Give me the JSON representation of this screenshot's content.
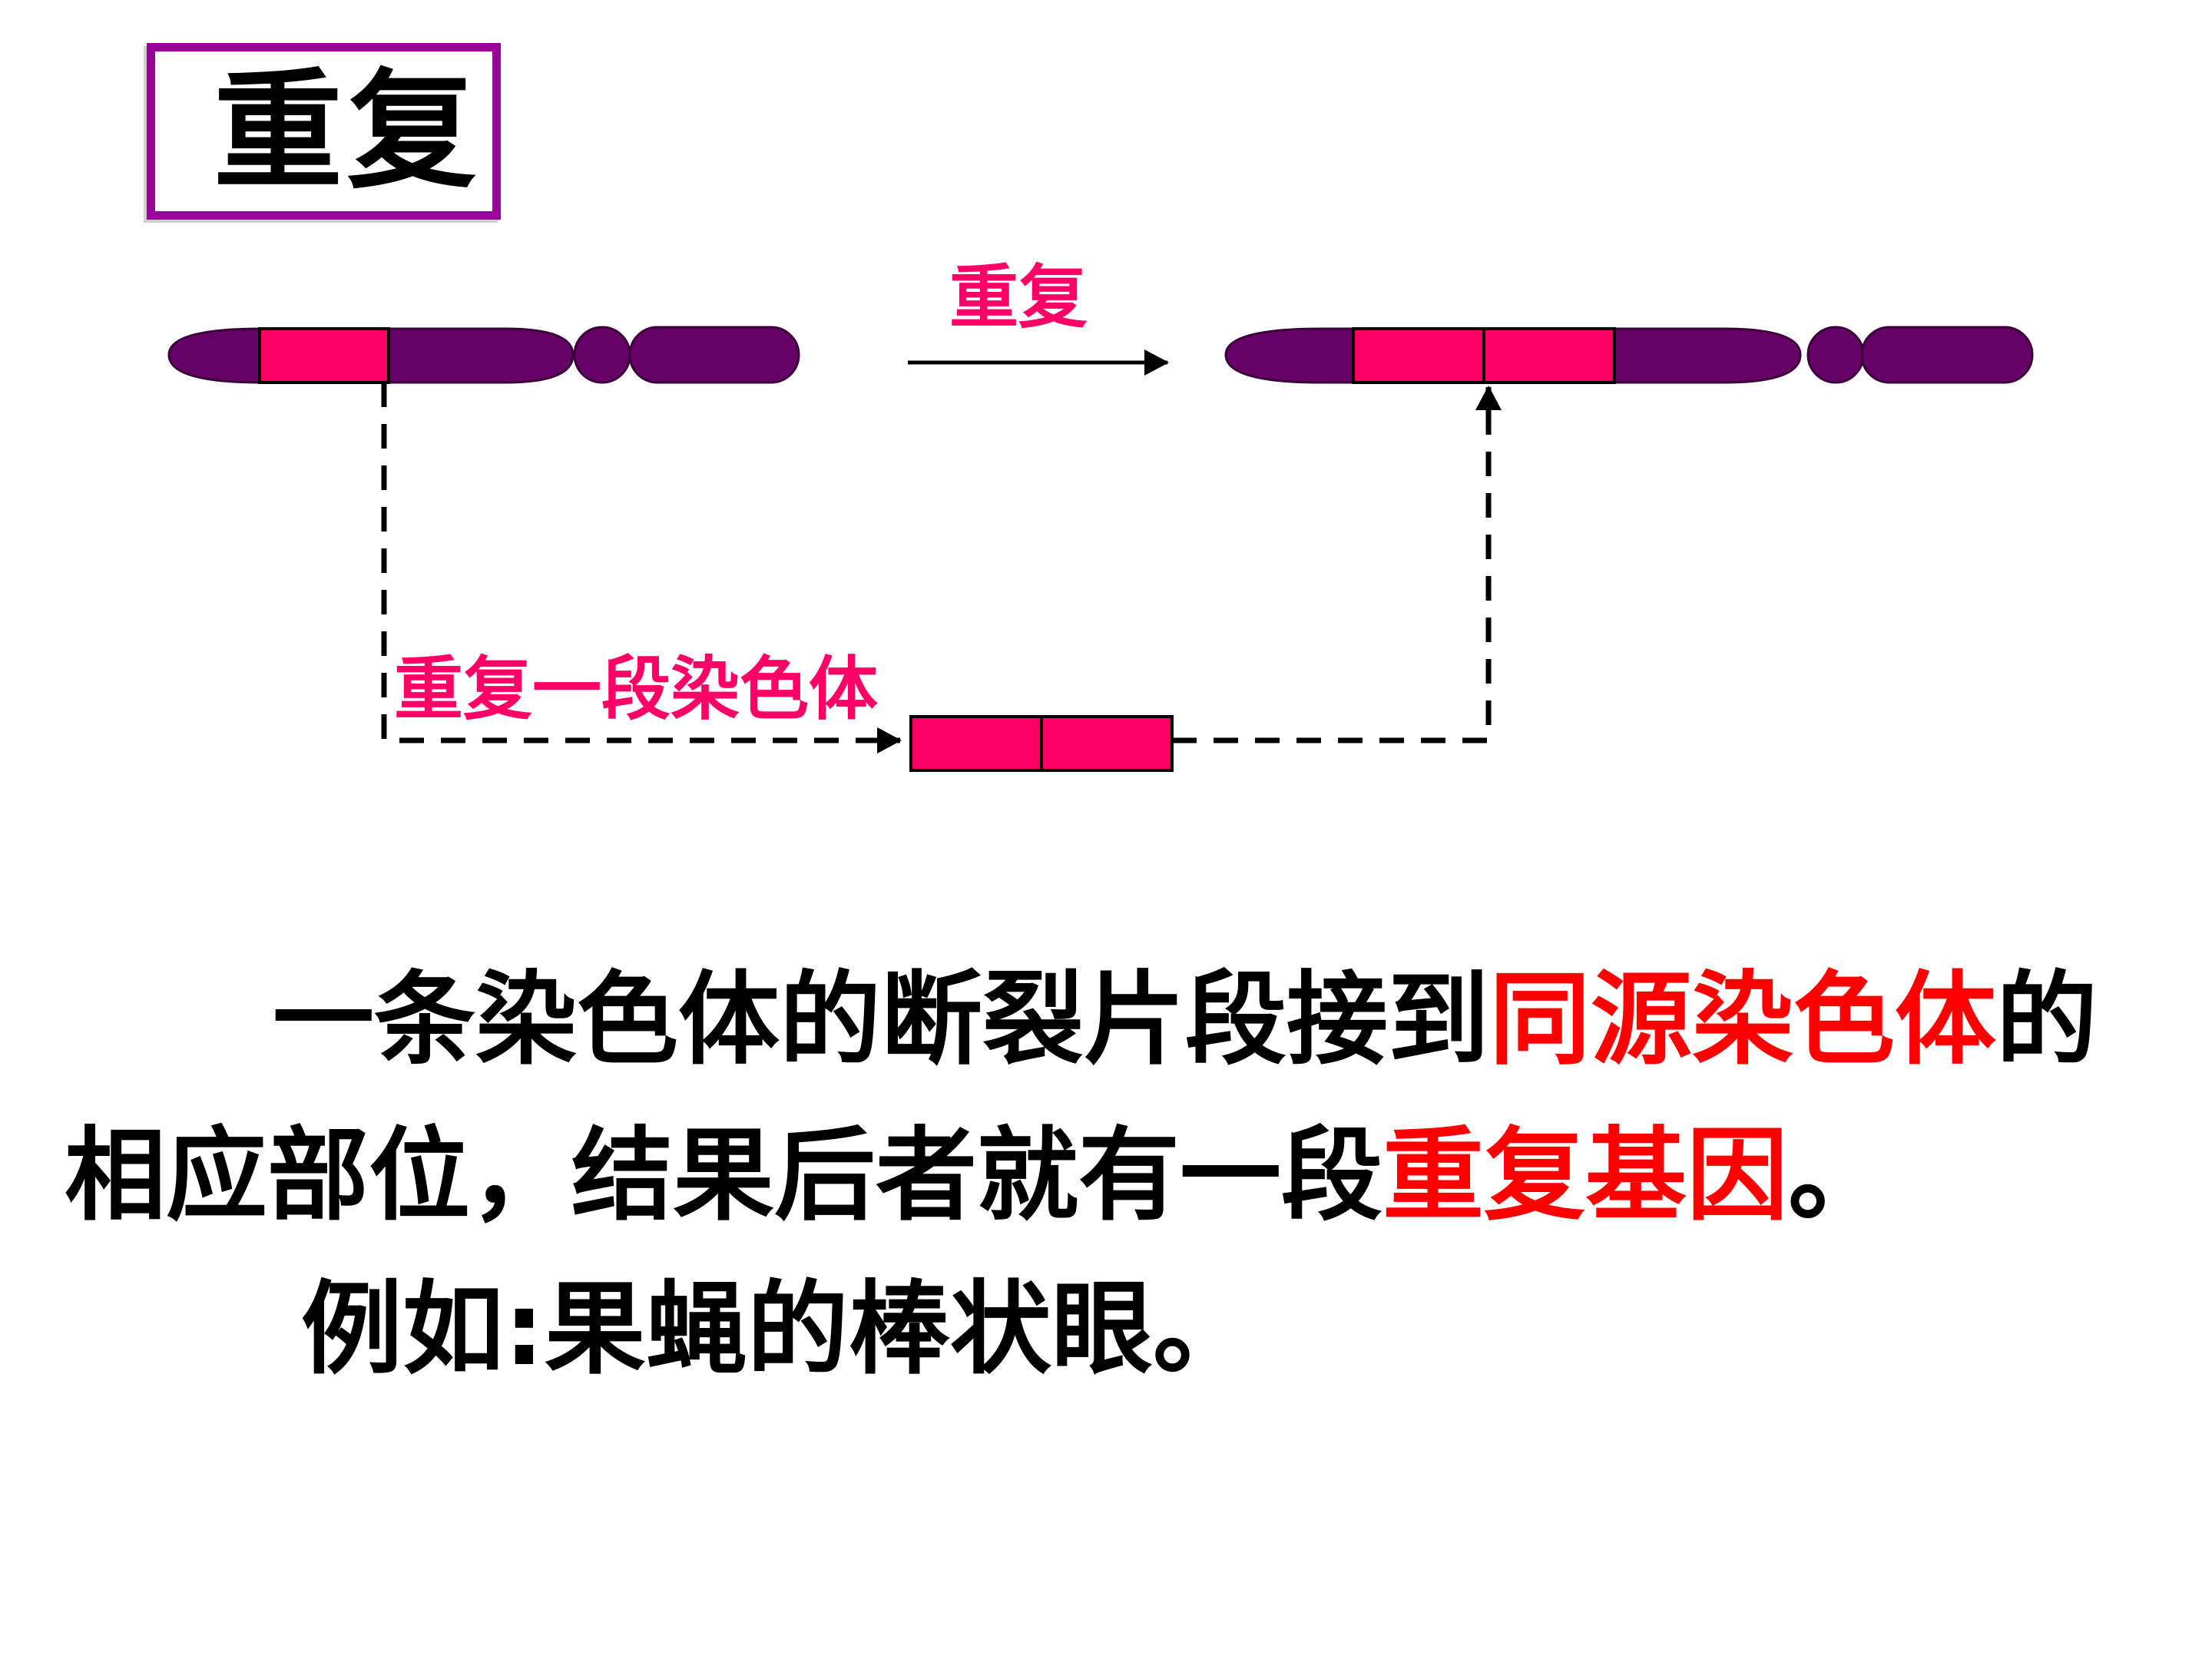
{
  "title": "重复",
  "colors": {
    "title_border": "#990099",
    "chromosome": "#660066",
    "segment": "#ff0066",
    "label": "#ff0066",
    "highlight": "#ff0000",
    "text": "#000000"
  },
  "diagram": {
    "process_label": "重复",
    "fragment_label": "重复一段染色体"
  },
  "paragraph": {
    "line1_prefix": "一条染色体的断裂片段接到",
    "line1_highlight": "同源染色体",
    "line1_suffix": "的",
    "line2_prefix": "相应部位，结果后者就有一段",
    "line2_highlight": "重复基因",
    "line2_suffix": "。",
    "line3": "例如:果蝇的棒状眼。"
  }
}
